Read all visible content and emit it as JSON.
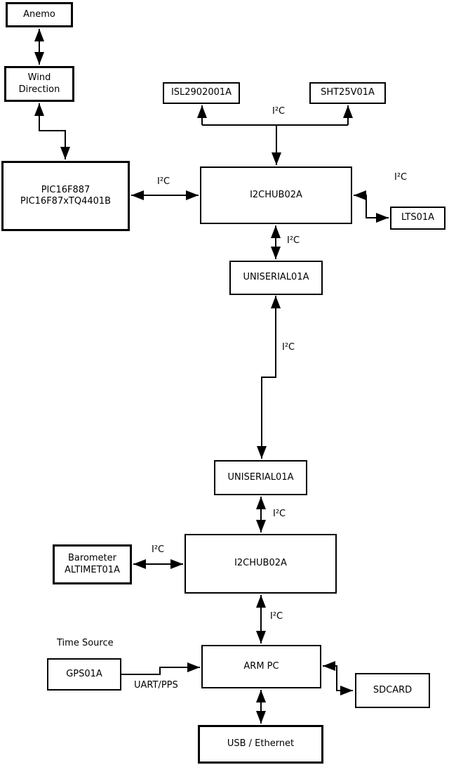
{
  "boxes": {
    "anemo": {
      "label": "Anemo"
    },
    "wind_direction": {
      "lines": [
        "Wind",
        "Direction"
      ]
    },
    "pic": {
      "lines": [
        "PIC16F887",
        "PIC16F87xTQ4401B"
      ]
    },
    "isl": {
      "label": "ISL2902001A"
    },
    "sht": {
      "label": "SHT25V01A"
    },
    "i2chub_top": {
      "label": "I2CHUB02A"
    },
    "lts": {
      "label": "LTS01A"
    },
    "uniserial_top": {
      "label": "UNISERIAL01A"
    },
    "uniserial_bottom": {
      "label": "UNISERIAL01A"
    },
    "i2chub_bottom": {
      "label": "I2CHUB02A"
    },
    "barometer": {
      "lines": [
        "Barometer",
        "ALTIMET01A"
      ]
    },
    "gps": {
      "label": "GPS01A"
    },
    "arm_pc": {
      "label": "ARM PC"
    },
    "sdcard": {
      "label": "SDCARD"
    },
    "usb_ethernet": {
      "label": "USB / Ethernet"
    }
  },
  "labels": [
    {
      "name": "i2c-sensor-bus",
      "text": "I²C"
    },
    {
      "name": "i2c-pic-hub",
      "text": "I²C"
    },
    {
      "name": "i2c-hub-lts",
      "text": "I²C"
    },
    {
      "name": "i2c-hub-uniserial",
      "text": "I²C"
    },
    {
      "name": "i2c-uniserial-link",
      "text": "I²C"
    },
    {
      "name": "i2c-uniserial-hub2",
      "text": "I²C"
    },
    {
      "name": "i2c-barometer-hub2",
      "text": "I²C"
    },
    {
      "name": "i2c-hub2-armpc",
      "text": "I²C"
    },
    {
      "name": "time-source",
      "text": "Time Source"
    },
    {
      "name": "uart-pps",
      "text": "UART/PPS"
    }
  ],
  "connections": [
    {
      "from": "Anemo",
      "to": "Wind Direction",
      "arrows": "both",
      "label": ""
    },
    {
      "from": "Wind Direction",
      "to": "PIC16F887 PIC16F87xTQ4401B",
      "arrows": "both",
      "label": ""
    },
    {
      "from": "I2CHUB02A (top)",
      "to": "ISL2902001A",
      "arrows": "to",
      "label": "I²C"
    },
    {
      "from": "I2CHUB02A (top)",
      "to": "SHT25V01A",
      "arrows": "to",
      "label": "I²C"
    },
    {
      "from": "PIC16F887 PIC16F87xTQ4401B",
      "to": "I2CHUB02A (top)",
      "arrows": "both",
      "label": "I²C"
    },
    {
      "from": "I2CHUB02A (top)",
      "to": "LTS01A",
      "arrows": "both",
      "label": "I²C"
    },
    {
      "from": "I2CHUB02A (top)",
      "to": "UNISERIAL01A (top)",
      "arrows": "both",
      "label": "I²C"
    },
    {
      "from": "UNISERIAL01A (top)",
      "to": "UNISERIAL01A (bottom)",
      "arrows": "both",
      "label": "I²C"
    },
    {
      "from": "UNISERIAL01A (bottom)",
      "to": "I2CHUB02A (bottom)",
      "arrows": "both",
      "label": "I²C"
    },
    {
      "from": "Barometer ALTIMET01A",
      "to": "I2CHUB02A (bottom)",
      "arrows": "both",
      "label": "I²C"
    },
    {
      "from": "I2CHUB02A (bottom)",
      "to": "ARM PC",
      "arrows": "both",
      "label": "I²C"
    },
    {
      "from": "GPS01A",
      "to": "ARM PC",
      "arrows": "to",
      "label": "UART/PPS"
    },
    {
      "from": "ARM PC",
      "to": "SDCARD",
      "arrows": "both",
      "label": ""
    },
    {
      "from": "ARM PC",
      "to": "USB / Ethernet",
      "arrows": "both",
      "label": ""
    }
  ],
  "colors": {
    "line": "#000000",
    "box_fill": "#ffffff",
    "background": "#ffffff"
  }
}
